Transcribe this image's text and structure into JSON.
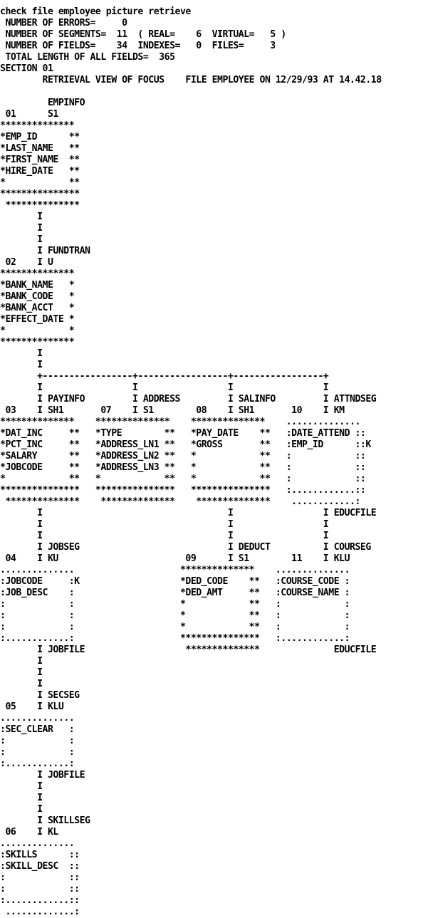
{
  "terminal": {
    "lines": [
      "check file employee picture retrieve",
      " NUMBER OF ERRORS=     0",
      " NUMBER OF SEGMENTS=  11  ( REAL=    6  VIRTUAL=   5 )",
      " NUMBER OF FIELDS=    34  INDEXES=   0  FILES=     3",
      " TOTAL LENGTH OF ALL FIELDS=  365",
      "SECTION 01",
      "        RETRIEVAL VIEW OF FOCUS    FILE EMPLOYEE ON 12/29/93 AT 14.42.18",
      "",
      "         EMPINFO",
      " 01      S1",
      "**************",
      "*EMP_ID      **",
      "*LAST_NAME   **",
      "*FIRST_NAME  **",
      "*HIRE_DATE   **",
      "*            **",
      "***************",
      " **************",
      "       I",
      "       I",
      "       I",
      "       I FUNDTRAN",
      " 02    I U",
      "**************",
      "*BANK_NAME   *",
      "*BANK_CODE   *",
      "*BANK_ACCT   *",
      "*EFFECT_DATE *",
      "*            *",
      "**************",
      "       I",
      "       I",
      "       +-----------------+-----------------+-----------------+",
      "       I                 I                 I                 I",
      "       I PAYINFO         I ADDRESS         I SALINFO         I ATTNDSEG",
      " 03    I SH1       07    I S1        08    I SH1       10    I KM",
      "**************    **************    **************    ..............",
      "*DAT_INC     **   *TYPE        **   *PAY_DATE    **   :DATE_ATTEND ::",
      "*PCT_INC     **   *ADDRESS_LN1 **   *GROSS       **   :EMP_ID      ::K",
      "*SALARY      **   *ADDRESS_LN2 **   *            **   :            ::",
      "*JOBCODE     **   *ADDRESS_LN3 **   *            **   :            ::",
      "*            **   *            **   *            **   :            ::",
      "***************   ***************   ***************   :............::",
      " **************    **************    **************    ............:",
      "       I                                   I                 I EDUCFILE",
      "       I                                   I                 I",
      "       I                                   I                 I",
      "       I JOBSEG                            I DEDUCT          I COURSEG",
      " 04    I KU                        09      I S1        11    I KLU",
      "..............                    **************    ..............",
      ":JOBCODE     :K                   *DED_CODE    **   :COURSE_CODE :",
      ":JOB_DESC    :                    *DED_AMT     **   :COURSE_NAME :",
      ":            :                    *            **   :            :",
      ":            :                    *            **   :            :",
      ":            :                    *            **   :            :",
      ":............:                    ***************   :............:",
      "       I JOBFILE                   **************              EDUCFILE",
      "       I",
      "       I",
      "       I",
      "       I SECSEG",
      " 05    I KLU",
      "..............",
      ":SEC_CLEAR   :",
      ":            :",
      ":            :",
      ":............:",
      "       I JOBFILE",
      "       I",
      "       I",
      "       I",
      "       I SKILLSEG",
      " 06    I KL",
      "..............",
      ":SKILLS      ::",
      ":SKILL_DESC  ::",
      ":            ::",
      ":            ::",
      ":............::",
      " .............:"
    ]
  }
}
